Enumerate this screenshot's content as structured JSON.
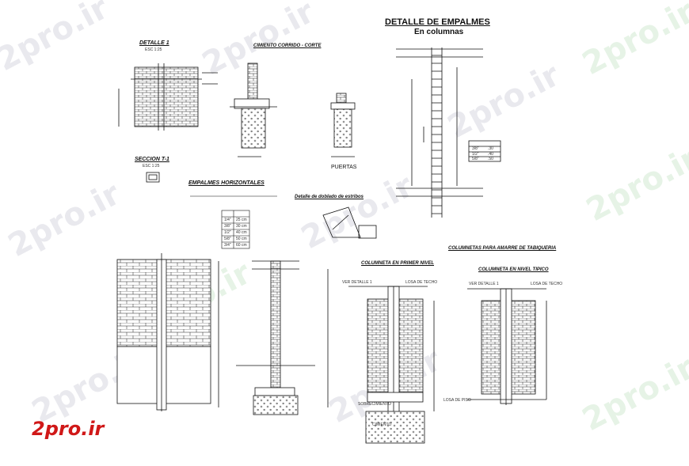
{
  "watermark": {
    "text": "2pro.ir"
  },
  "brand": {
    "text": "2pro.ir"
  },
  "titles": {
    "detalle_empalmes": "DETALLE DE EMPALMES",
    "en_columnas": "En columnas",
    "detalle_1": "DETALLE 1",
    "detalle_1_scale": "ESC 1:25",
    "cimiento_corrido": "CIMIENTO CORRIDO - CORTE",
    "seccion": "SECCION T-1",
    "seccion_scale": "ESC 1:25",
    "empalmes_horizontales": "EMPALMES HORIZONTALES",
    "detalle_doblado": "Detalle de doblado de estribos",
    "puertas": "PUERTAS",
    "columnetas_amarre": "COLUMNETAS PARA AMARRE DE TABIQUERIA",
    "columneta_primer": "COLUMNETA EN PRIMER NIVEL",
    "columneta_tipico": "COLUMNETA EN NIVEL TIPICO",
    "ver_detalle_1": "VER DETALLE 1",
    "losa_techo": "LOSA DE TECHO",
    "losa_piso": "LOSA DE PISO",
    "sobrecimiento": "SOBRECIMIENTO",
    "cimiento": "CIMIENTO"
  },
  "empalmes_table": {
    "rows": [
      [
        "3/8\"",
        ".30"
      ],
      [
        "1/2\"",
        ".40"
      ],
      [
        "5/8\"",
        ".50"
      ]
    ]
  },
  "horizontal_table": {
    "rows": [
      [
        "1/4\"",
        "25 cm"
      ],
      [
        "3/8\"",
        "30 cm"
      ],
      [
        "1/2\"",
        "40 cm"
      ],
      [
        "5/8\"",
        "50 cm"
      ],
      [
        "3/4\"",
        "60 cm"
      ]
    ]
  }
}
